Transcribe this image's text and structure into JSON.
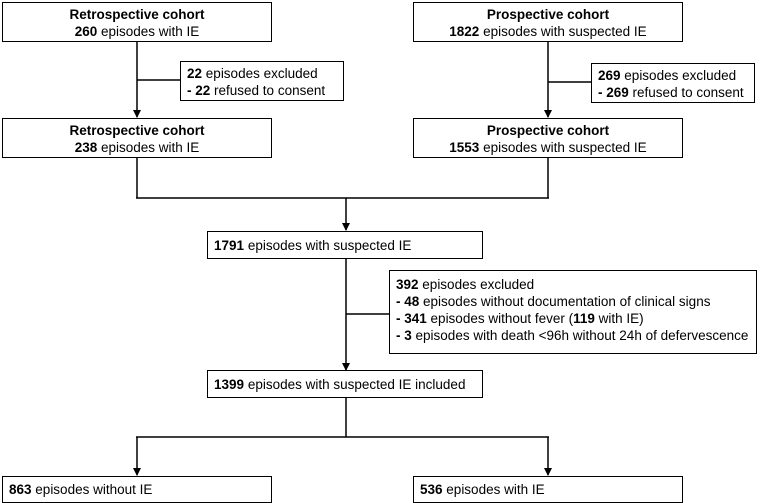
{
  "boxes": {
    "retro_top": {
      "title": "Retrospective cohort",
      "count": "260",
      "text": "episodes with IE"
    },
    "pro_top": {
      "title": "Prospective cohort",
      "count": "1822",
      "text": "episodes with suspected IE"
    },
    "retro_excl": {
      "l1_count": "22",
      "l1_text": "episodes excluded",
      "l2_count": "- 22",
      "l2_text": "refused to consent"
    },
    "pro_excl": {
      "l1_count": "269",
      "l1_text": "episodes excluded",
      "l2_count": "- 269",
      "l2_text": "refused to consent"
    },
    "retro_mid": {
      "title": "Retrospective cohort",
      "count": "238",
      "text": "episodes with IE"
    },
    "pro_mid": {
      "title": "Prospective cohort",
      "count": "1553",
      "text": "episodes with suspected IE"
    },
    "combined": {
      "count": "1791",
      "text": "episodes with suspected IE"
    },
    "excluded": {
      "l1_count": "392",
      "l1_text": "episodes excluded",
      "l2_count": "- 48",
      "l2_text": "episodes without documentation of clinical signs",
      "l3_count": "- 341",
      "l3_text_a": "episodes without fever (",
      "l3_count_b": "119",
      "l3_text_b": "with IE)",
      "l4_count": "- 3",
      "l4_text": "episodes with death <96h without 24h of defervescence"
    },
    "included": {
      "count": "1399",
      "text": "episodes with suspected IE included"
    },
    "without_ie": {
      "count": "863",
      "text": "episodes without IE"
    },
    "with_ie": {
      "count": "536",
      "text": "episodes with IE"
    }
  },
  "colors": {
    "stroke": "#000000",
    "background": "#ffffff"
  }
}
